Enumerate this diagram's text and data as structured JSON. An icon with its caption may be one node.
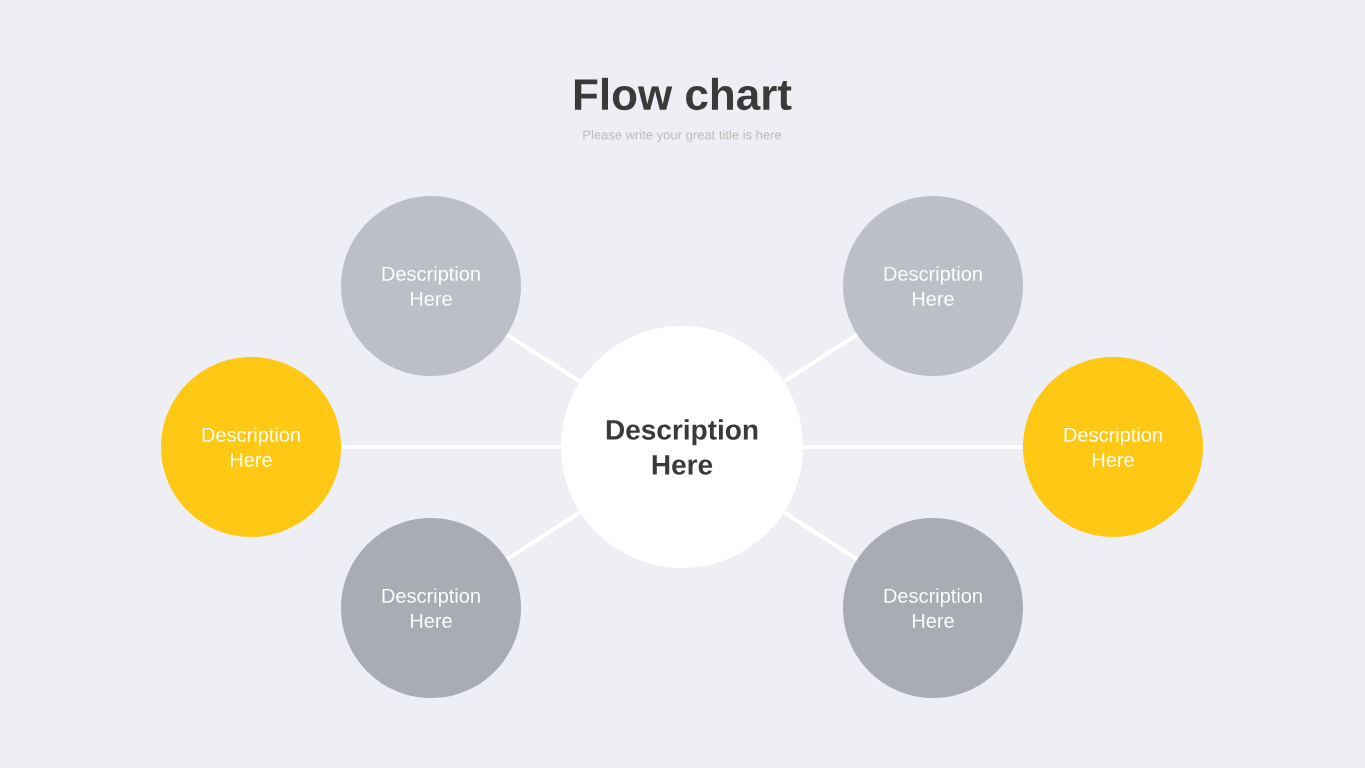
{
  "diagram": {
    "title": "Flow chart",
    "nodes": [
      {
        "text": [
          "Description Here"
        ]
      },
      {
        "text": [
          "Description Here"
        ]
      },
      {
        "text": [
          "Description Here"
        ]
      },
      {
        "text": [
          "Description Here"
        ]
      },
      {
        "text": [
          "Description Here"
        ]
      },
      {
        "text": [
          "Description Here"
        ]
      },
      {
        "text": [
          "Description Here"
        ]
      }
    ],
    "edges": [
      {
        "from": 3,
        "to": 0,
        "arrow": "none"
      },
      {
        "from": 3,
        "to": 1,
        "arrow": "none"
      },
      {
        "from": 3,
        "to": 2,
        "arrow": "none"
      },
      {
        "from": 3,
        "to": 4,
        "arrow": "none"
      },
      {
        "from": 3,
        "to": 5,
        "arrow": "none"
      },
      {
        "from": 3,
        "to": 6,
        "arrow": "none"
      }
    ],
    "labels": [
      "Please write your great title is here"
    ]
  }
}
